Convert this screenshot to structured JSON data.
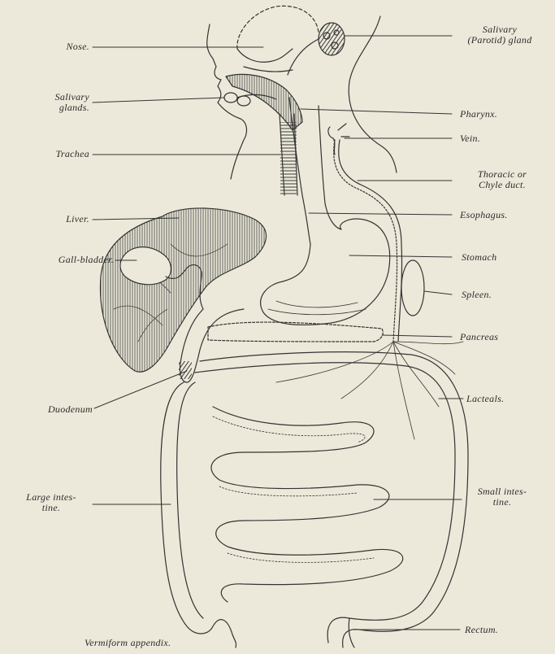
{
  "labels": {
    "nose": "Nose.",
    "salivary_glands_l1": "Salivary",
    "salivary_glands_l2": "glands.",
    "trachea": "Trachea",
    "liver": "Liver.",
    "gall_bladder": "Gall-bladder.",
    "duodenum": "Duodenum",
    "large_intestine_l1": "Large intes-",
    "large_intestine_l2": "tine.",
    "vermiform_appendix": "Vermiform appendix.",
    "salivary_parotid_l1": "Salivary",
    "salivary_parotid_l2": "(Parotid) gland",
    "pharynx": "Pharynx.",
    "vein": "Vein.",
    "thoracic_l1": "Thoracic or",
    "thoracic_l2": "Chyle duct.",
    "esophagus": "Esophagus.",
    "stomach": "Stomach",
    "spleen": "Spleen.",
    "pancreas": "Pancreas",
    "lacteals": "Lacteals.",
    "small_intestine_l1": "Small intes-",
    "small_intestine_l2": "tine.",
    "rectum": "Rectum."
  },
  "colors": {
    "background": "#ece9da",
    "ink": "#2a2a2a"
  }
}
